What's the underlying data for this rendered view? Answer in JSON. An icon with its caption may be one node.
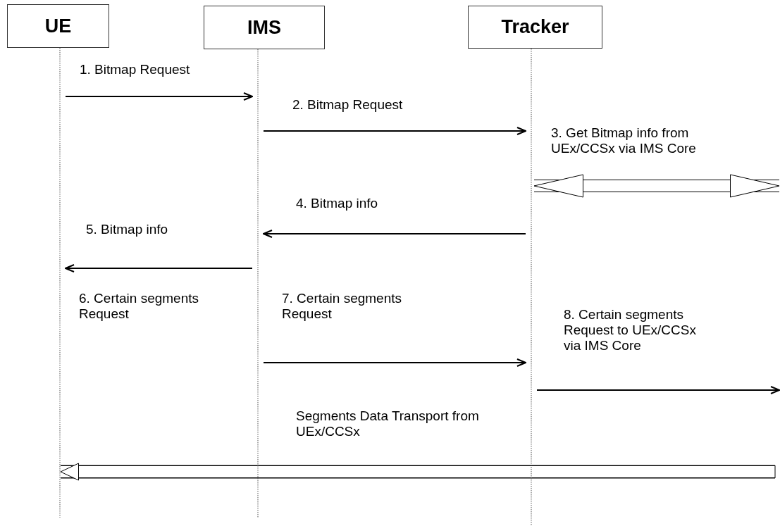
{
  "diagram": {
    "nodes": [
      {
        "text": [
          "UE"
        ]
      },
      {
        "text": [
          "IMS"
        ]
      },
      {
        "text": [
          "Tracker"
        ]
      }
    ],
    "edges": [
      {
        "from": 0,
        "to": 1,
        "arrow": "to",
        "label": "1. Bitmap Request"
      },
      {
        "from": 1,
        "to": 2,
        "arrow": "to",
        "label": "2. Bitmap Request"
      },
      {
        "from": 2,
        "to": null,
        "arrow": "both",
        "style": "thick",
        "label": "3. Get Bitmap info from UEx/CCSx via IMS Core"
      },
      {
        "from": 2,
        "to": 1,
        "arrow": "to",
        "label": "4. Bitmap info"
      },
      {
        "from": 1,
        "to": 0,
        "arrow": "to",
        "label": "5. Bitmap info"
      },
      {
        "from": 1,
        "to": 2,
        "arrow": "to",
        "label": "7. Certain segments Request"
      },
      {
        "from": 2,
        "to": null,
        "arrow": "to",
        "label": "8. Certain segments Request to UEx/CCSx via IMS Core"
      },
      {
        "from": null,
        "to": 0,
        "arrow": "to",
        "style": "thick",
        "label": "Segments Data Transport from UEx/CCSx"
      }
    ],
    "labels": [
      "6. Certain segments Request"
    ]
  }
}
